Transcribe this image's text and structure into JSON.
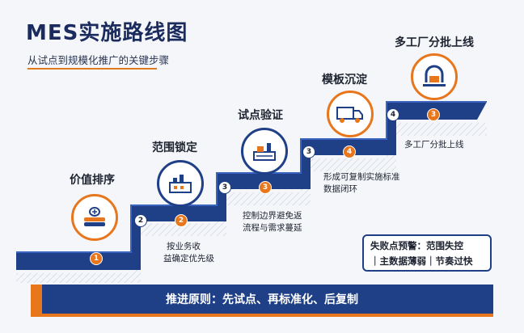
{
  "header": {
    "title": "MES实施路线图",
    "subtitle": "从试点到规模化推广的关键步骤"
  },
  "stages": [
    {
      "title": "价值排序",
      "step": "1",
      "desc_lines": [
        "按业务收",
        "益确定优先级"
      ]
    },
    {
      "title": "范围锁定",
      "step": "2",
      "badge": "2",
      "desc_lines": [
        "控制边界避免返",
        "流程与需求蔓延"
      ]
    },
    {
      "title": "试点验证",
      "step": "3",
      "badge": "3",
      "desc_lines": [
        "形成可复制实施标准",
        "数据闭环"
      ]
    },
    {
      "title": "模板沉淀",
      "step": "3",
      "badge": "4",
      "desc_lines": [
        "多工厂分批上线"
      ]
    },
    {
      "title": "多工厂分批上线",
      "step": "4",
      "badge": "3"
    }
  ],
  "warning": {
    "line1": "失败点预警：范围失控",
    "line2": "｜主数据薄弱｜节奏过快"
  },
  "banner": {
    "text": "推进原则：先试点、再标准化、后复制"
  },
  "colors": {
    "navy": "#1f3f86",
    "orange": "#e8761c",
    "bg": "#f4f6fa"
  },
  "icons": [
    "money-stack-icon",
    "factory-icon",
    "machine-icon",
    "truck-icon",
    "magnet-icon"
  ]
}
